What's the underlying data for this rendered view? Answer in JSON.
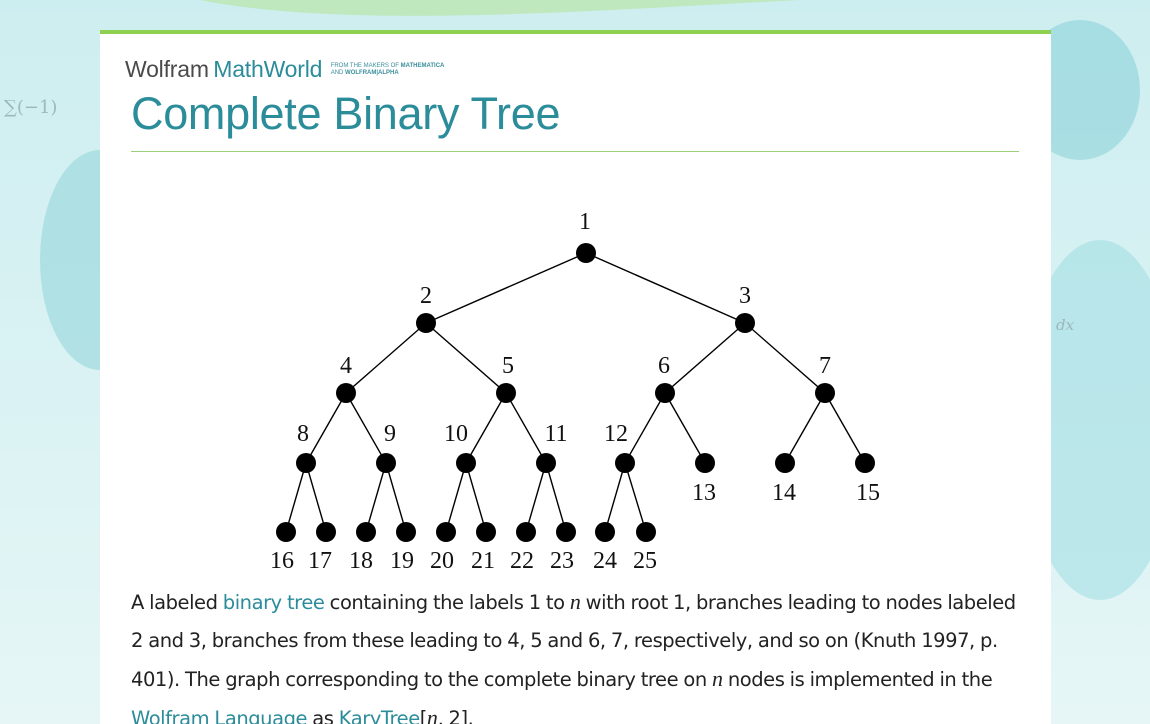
{
  "header": {
    "brand_wolfram": "Wolfram",
    "brand_mathworld": "MathWorld",
    "brand_tag_line1_prefix": "FROM THE MAKERS OF",
    "brand_tag_line1_strong": "MATHEMATICA",
    "brand_tag_line2_prefix": "AND",
    "brand_tag_line2_strong": "WOLFRAM|ALPHA"
  },
  "page": {
    "title": "Complete Binary Tree"
  },
  "diagram": {
    "node_count": 25,
    "root": 1,
    "branching": 2,
    "node_color": "#000000",
    "edge_color": "#000000"
  },
  "description": {
    "t1": "A labeled ",
    "link_binary_tree": "binary tree",
    "t2": " containing the labels 1 to ",
    "var_n": "n",
    "t3": " with root 1, branches leading to nodes labeled 2 and 3, branches from these leading to 4, 5 and 6, 7, respectively, and so on (Knuth 1997, p. 401). The graph corresponding to the complete binary tree on ",
    "t4": " nodes is implemented in the ",
    "link_wolfram_language": "Wolfram Language",
    "t5": " as ",
    "link_karytree": "KaryTree",
    "t6_open": "[",
    "t6_rest": ", 2]."
  },
  "colors": {
    "accent": "#2b8c9a",
    "top_bar": "#8ed04f",
    "rule": "#9ccf7a",
    "background": "#dff2f4"
  }
}
